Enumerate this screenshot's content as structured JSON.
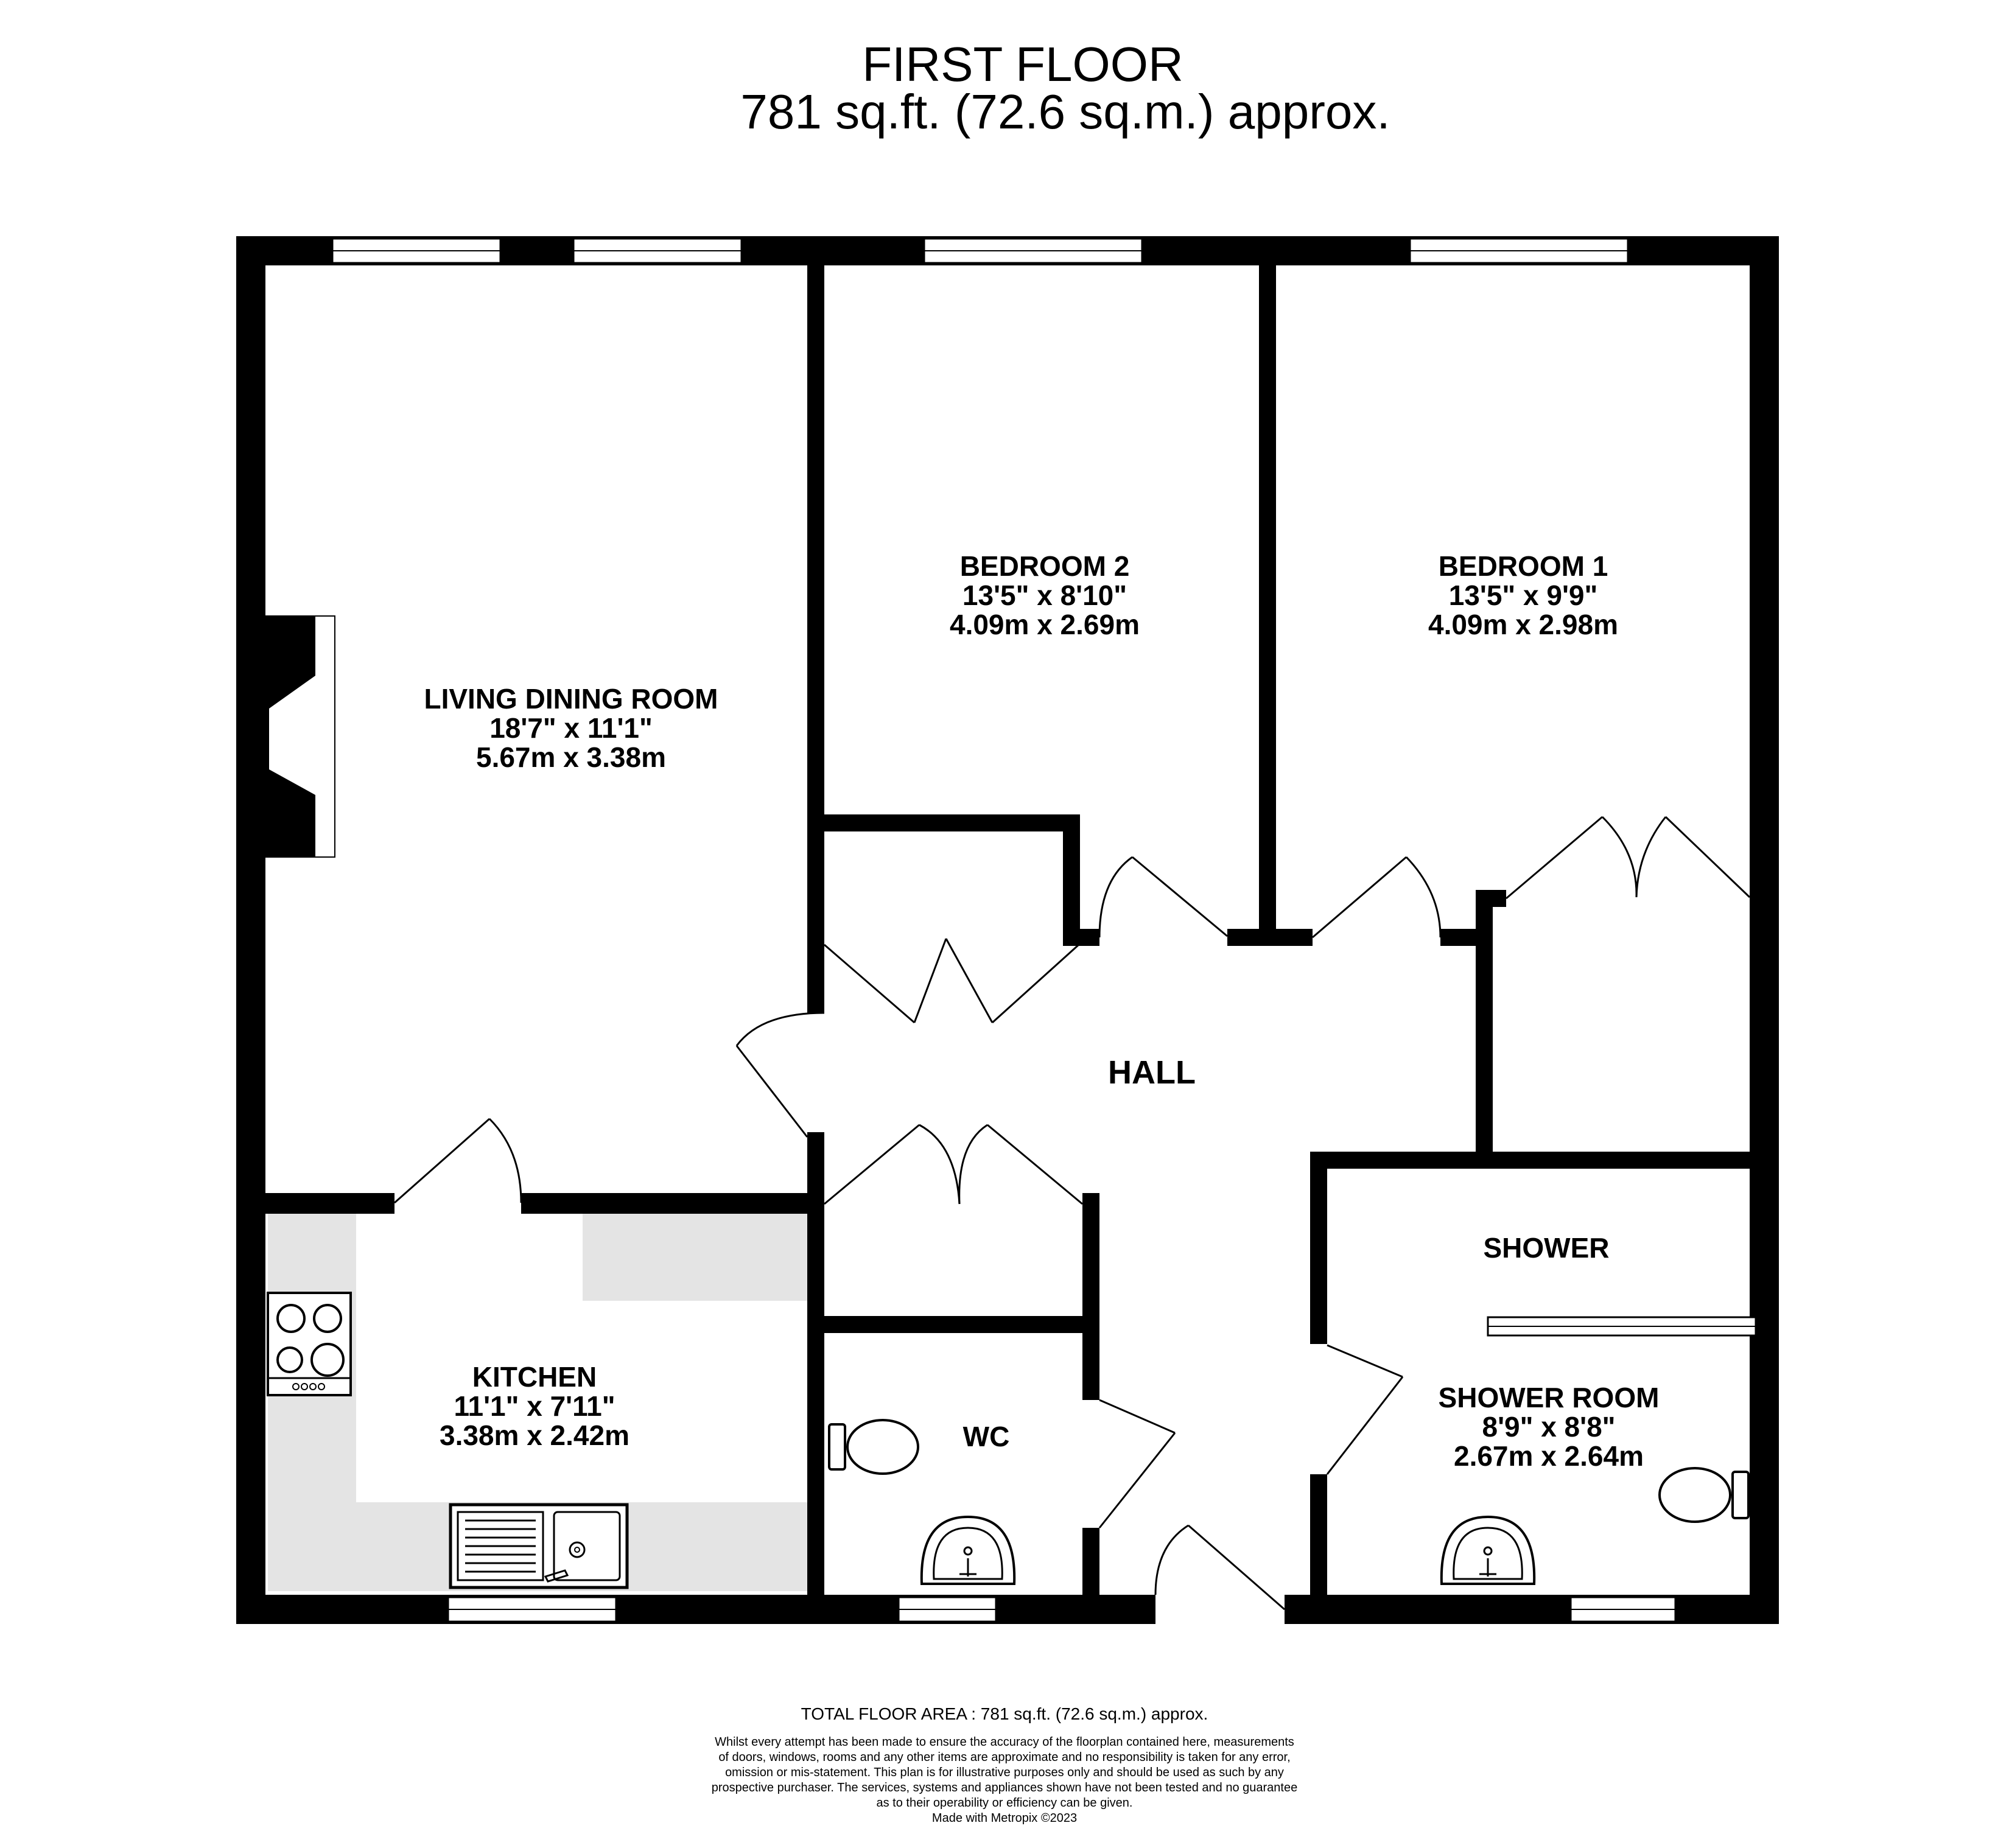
{
  "header": {
    "floor_name": "FIRST FLOOR",
    "floor_area": "781 sq.ft. (72.6 sq.m.) approx."
  },
  "rooms": {
    "living": {
      "name": "LIVING DINING ROOM",
      "imperial": "18'7\"  x 11'1\"",
      "metric": "5.67m  x 3.38m"
    },
    "bedroom2": {
      "name": "BEDROOM 2",
      "imperial": "13'5\"  x 8'10\"",
      "metric": "4.09m  x 2.69m"
    },
    "bedroom1": {
      "name": "BEDROOM 1",
      "imperial": "13'5\"  x 9'9\"",
      "metric": "4.09m  x 2.98m"
    },
    "hall": {
      "name": "HALL"
    },
    "kitchen": {
      "name": "KITCHEN",
      "imperial": "11'1\"  x 7'11\"",
      "metric": "3.38m  x 2.42m"
    },
    "wc": {
      "name": "WC"
    },
    "shower": {
      "name": "SHOWER"
    },
    "shower_room": {
      "name": "SHOWER ROOM",
      "imperial": "8'9\"  x 8'8\"",
      "metric": "2.67m  x 2.64m"
    }
  },
  "footer": {
    "total_area": "TOTAL FLOOR AREA : 781 sq.ft. (72.6 sq.m.) approx.",
    "disclaimer": [
      "Whilst every attempt has been made to ensure the accuracy of the floorplan contained here, measurements",
      "of doors, windows, rooms and any other items are approximate and no responsibility is taken for any error,",
      "omission or mis-statement. This plan is for illustrative purposes only and should be used as such by any",
      "prospective purchaser. The services, systems and appliances shown have not been tested and no guarantee",
      "as to their operability or efficiency can be given.",
      "Made with Metropix ©2023"
    ]
  },
  "colors": {
    "wall": "#000000",
    "worktop": "#e4e4e4",
    "background": "#ffffff"
  }
}
